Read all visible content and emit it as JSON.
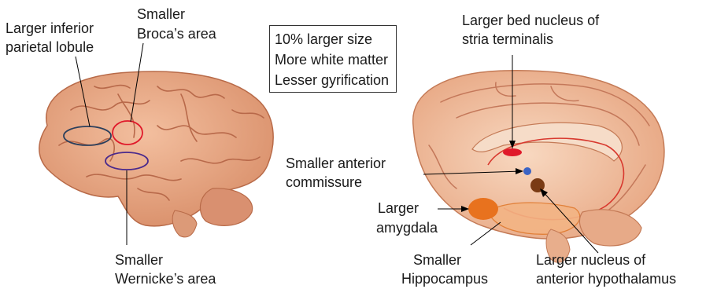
{
  "summary_box": {
    "lines": [
      "10% larger size",
      "More white matter",
      "Lesser gyrification"
    ]
  },
  "lateral_view_labels": {
    "inferior_parietal": [
      "Larger inferior",
      "parietal lobule"
    ],
    "broca": [
      "Smaller",
      "Broca’s area"
    ],
    "wernicke": [
      "Smaller",
      "Wernicke’s area"
    ]
  },
  "medial_view_labels": {
    "bnst": [
      "Larger bed nucleus of",
      "stria terminalis"
    ],
    "anterior_commissure": [
      "Smaller anterior",
      "commissure"
    ],
    "amygdala": [
      "Larger",
      "amygdala"
    ],
    "hippocampus": [
      "Smaller",
      "Hippocampus"
    ],
    "hypothalamus": [
      "Larger nucleus of",
      "anterior hypothalamus"
    ]
  },
  "colors": {
    "brain_fill": "#e8a27f",
    "brain_shadow": "#c97a58",
    "inferior_parietal_outline": "#2b3f5c",
    "broca_outline": "#e0192a",
    "wernicke_outline": "#4b2a8c",
    "bnst_marker": "#e0192a",
    "commissure_marker": "#3b63c4",
    "hypothalamus_marker": "#7a3b14",
    "amygdala_marker": "#e8721e"
  }
}
